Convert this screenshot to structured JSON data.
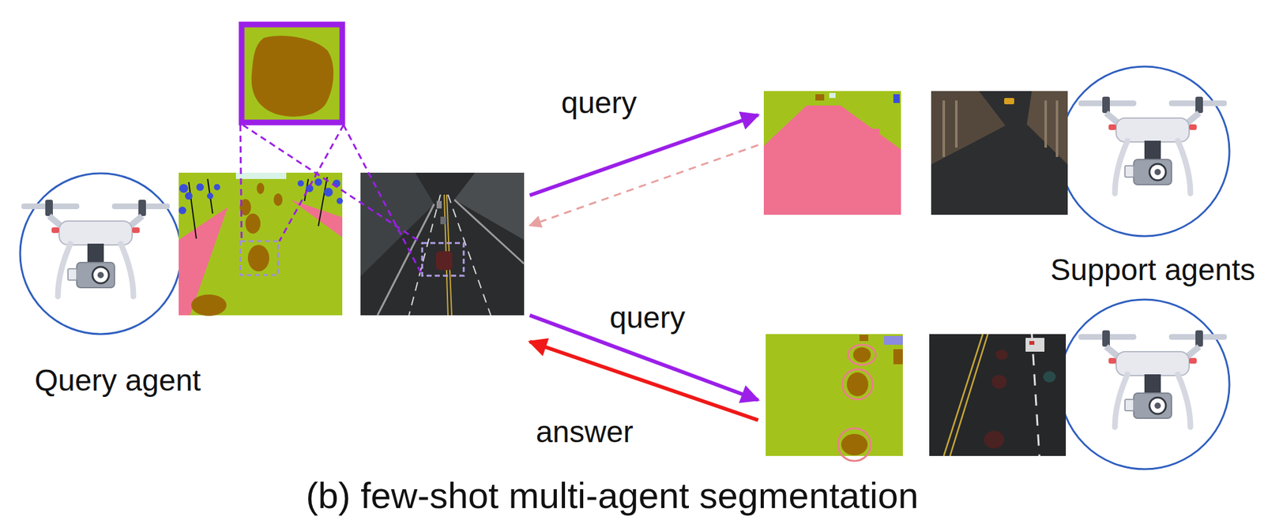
{
  "diagram": {
    "caption": "(b) few-shot multi-agent segmentation",
    "nodes": [
      {
        "text": [
          "Query agent"
        ]
      },
      {
        "text": [
          "Support agents"
        ]
      }
    ],
    "edges": [
      {
        "from": 0,
        "to": 1,
        "arrow": "to",
        "label": "query"
      },
      {
        "from": 1,
        "to": 0,
        "arrow": "to"
      },
      {
        "from": 0,
        "to": 1,
        "arrow": "to",
        "label": "query"
      },
      {
        "from": 1,
        "to": 0,
        "arrow": "to",
        "label": "answer"
      }
    ]
  }
}
